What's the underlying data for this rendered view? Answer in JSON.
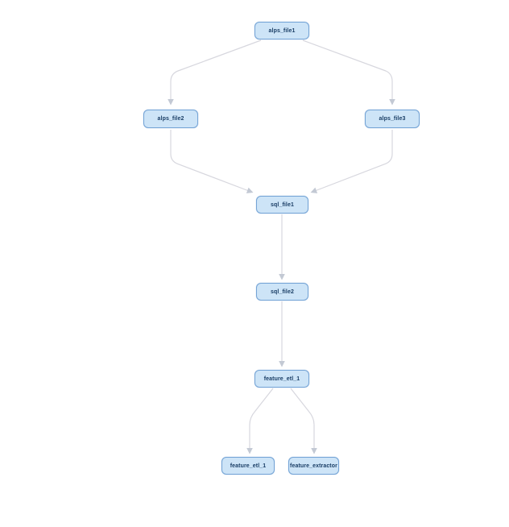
{
  "diagram": {
    "type": "flowchart",
    "orientation": "top-down",
    "background": "#ffffff",
    "colors": {
      "node_fill": "#cde4f7",
      "node_border": "#75a4d6",
      "node_text": "#1a3e66",
      "edge": "#d7d7de",
      "arrowhead": "#c3c9d4"
    },
    "nodes": {
      "alps_file1": {
        "label": "alps_file1"
      },
      "alps_file2": {
        "label": "alps_file2"
      },
      "alps_file3": {
        "label": "alps_file3"
      },
      "sql_file1": {
        "label": "sql_file1"
      },
      "sql_file2": {
        "label": "sql_file2"
      },
      "feature_etl_1": {
        "label": "feature_etl_1"
      },
      "feature_etl_1_out": {
        "label": "feature_etl_1"
      },
      "feature_extractor": {
        "label": "feature_extractor"
      }
    },
    "edges": [
      {
        "from": "alps_file1",
        "to": "alps_file2"
      },
      {
        "from": "alps_file1",
        "to": "alps_file3"
      },
      {
        "from": "alps_file2",
        "to": "sql_file1"
      },
      {
        "from": "alps_file3",
        "to": "sql_file1"
      },
      {
        "from": "sql_file1",
        "to": "sql_file2"
      },
      {
        "from": "sql_file2",
        "to": "feature_etl_1"
      },
      {
        "from": "feature_etl_1",
        "to": "feature_etl_1_out"
      },
      {
        "from": "feature_etl_1",
        "to": "feature_extractor"
      }
    ]
  }
}
